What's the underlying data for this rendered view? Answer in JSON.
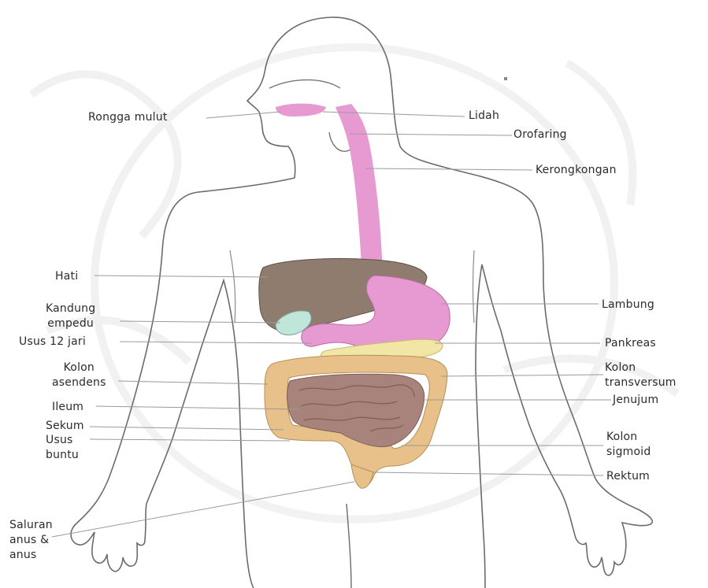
{
  "colors": {
    "esophagus": "#e79ad2",
    "liver": "#8f7c6e",
    "gallbladder": "#bfe6d8",
    "pancreas": "#f2e6a6",
    "colon": "#e7c08a",
    "small_intestine": "#a8837c",
    "outline": "#6b6b6b",
    "label_text": "#2b2b2b"
  },
  "labels": {
    "rongga_mulut": "Rongga mulut",
    "lidah": "Lidah",
    "orofaring": "Orofaring",
    "kerongkongan": "Kerongkongan",
    "hati": "Hati",
    "kandung_empedu": "Kandung\nempedu",
    "lambung": "Lambung",
    "usus_12_jari": "Usus 12 jari",
    "pankreas": "Pankreas",
    "kolon_asendens": "Kolon\nasendens",
    "kolon_transversum": "Kolon\ntransversum",
    "ileum": "Ileum",
    "jenujum": "Jenujum",
    "sekum": "Sekum",
    "usus_buntu": "Usus\nbuntu",
    "kolon_sigmoid": "Kolon\nsigmoid",
    "rektum": "Rektum",
    "saluran_anus": "Saluran\nanus &\nanus"
  }
}
